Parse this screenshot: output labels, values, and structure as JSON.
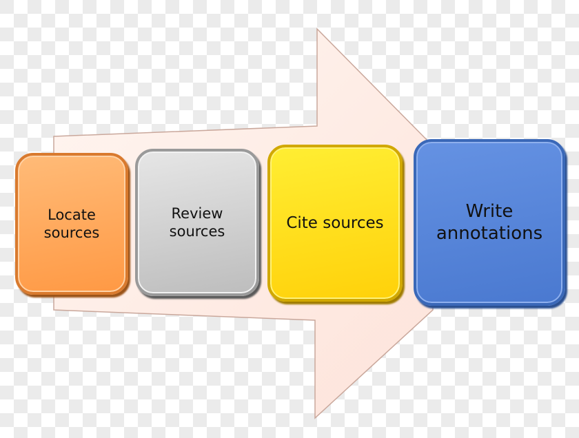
{
  "diagram": {
    "type": "process-flow-arrow",
    "arrow_color": "#fdeee6",
    "steps": [
      {
        "label": "Locate\nsources",
        "color": "#ffa65a"
      },
      {
        "label": "Review\nsources",
        "color": "#cfcfcf"
      },
      {
        "label": "Cite sources",
        "color": "#ffe01a"
      },
      {
        "label": "Write\nannotations",
        "color": "#5586da"
      }
    ]
  }
}
